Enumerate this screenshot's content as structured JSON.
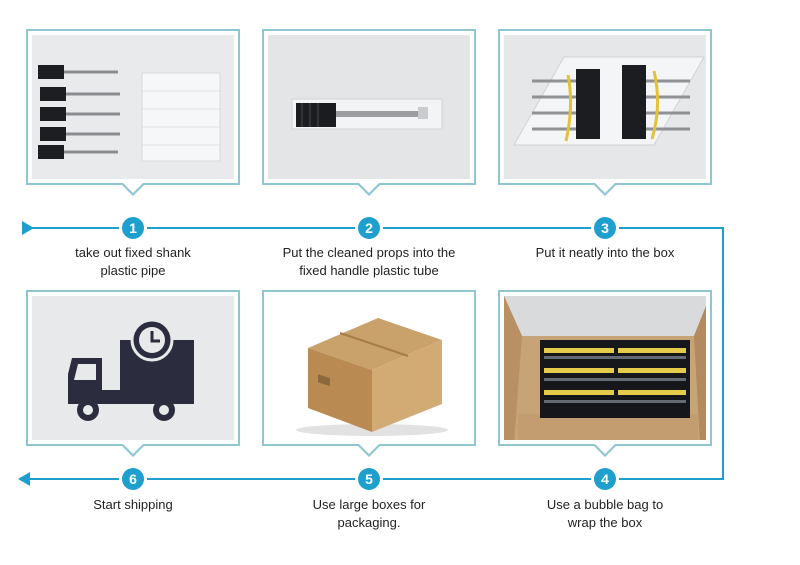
{
  "steps": [
    {
      "number": "1",
      "line1": "take out fixed shank",
      "line2": "plastic pipe"
    },
    {
      "number": "2",
      "line1": "Put the cleaned props into the",
      "line2": "fixed handle plastic tube"
    },
    {
      "number": "3",
      "line1": "Put it neatly into the box",
      "line2": ""
    },
    {
      "number": "4",
      "line1": "Use a bubble bag to",
      "line2": "wrap the box"
    },
    {
      "number": "5",
      "line1": "Use large boxes for",
      "line2": "packaging."
    },
    {
      "number": "6",
      "line1": "Start shipping",
      "line2": ""
    }
  ],
  "colors": {
    "accent": "#1e9fcd",
    "frame": "#8ec6d2",
    "truck": "#2b2d3f"
  },
  "icons": [
    "flow-arrow-right-icon",
    "flow-arrow-left-icon",
    "truck-clock-icon"
  ]
}
